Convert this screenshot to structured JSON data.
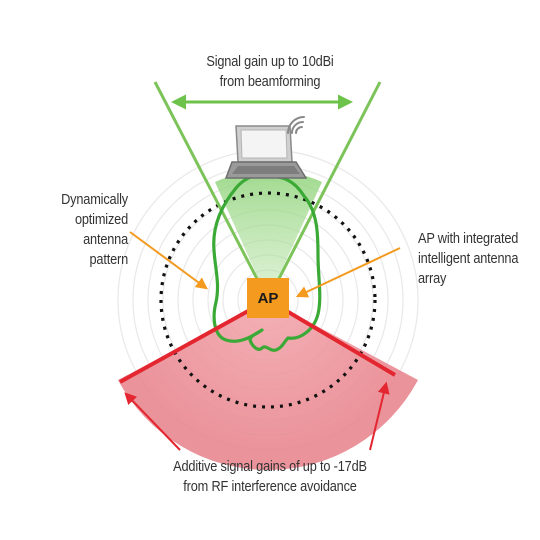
{
  "labels": {
    "beamforming_line1": "Signal gain up to 10dBi",
    "beamforming_line2": "from beamforming",
    "pattern_line1": "Dynamically",
    "pattern_line2": "optimized",
    "pattern_line3": "antenna",
    "pattern_line4": "pattern",
    "ap_line1": "AP with integrated",
    "ap_line2": "intelligent antenna",
    "ap_line3": "array",
    "interference_line1": "Additive signal gains of up to -17dB",
    "interference_line2": "from RF interference avoidance",
    "ap_box": "AP"
  },
  "colors": {
    "green": "#6cc24a",
    "green_dark": "#3aa935",
    "red": "#e3262f",
    "red_fill": "#e9878e",
    "orange": "#f39a1f",
    "rings": "#e6e6e6",
    "dotted": "#111111"
  },
  "icons": {
    "laptop": "laptop-icon",
    "wifi": "wifi-signal-icon"
  }
}
